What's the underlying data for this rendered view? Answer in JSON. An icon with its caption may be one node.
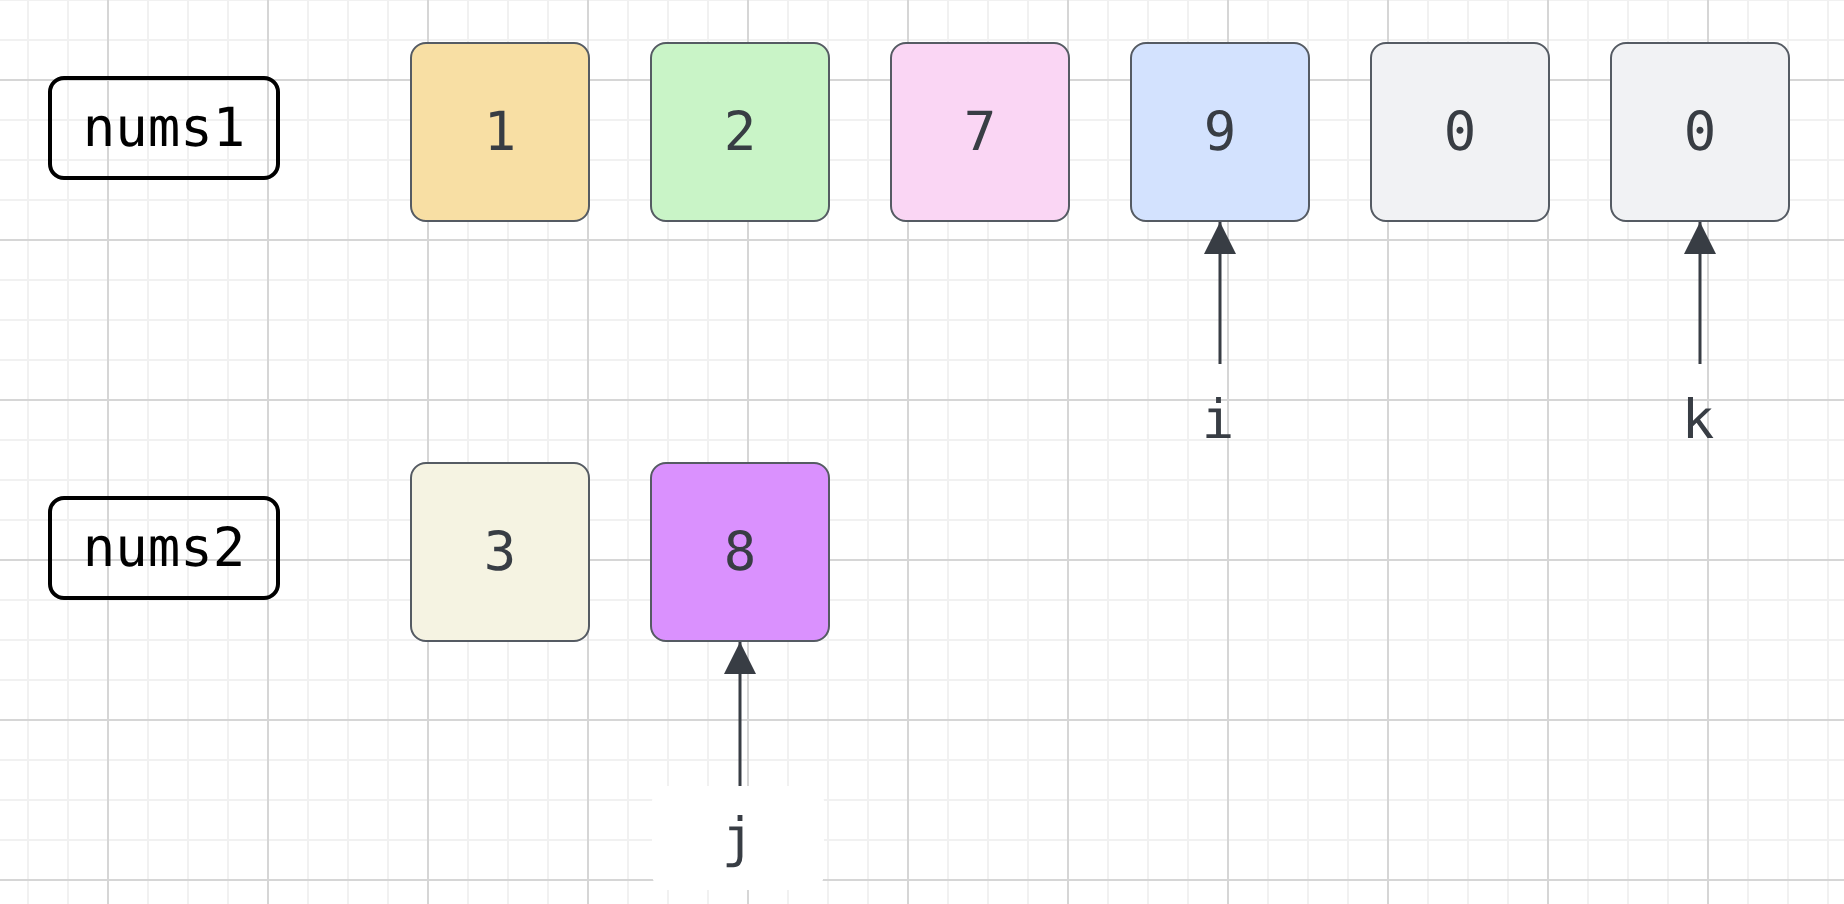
{
  "diagram": {
    "nodes": [
      {
        "text": [
          "nums1"
        ]
      },
      {
        "text": [
          "1"
        ]
      },
      {
        "text": [
          "2"
        ]
      },
      {
        "text": [
          "7"
        ]
      },
      {
        "text": [
          "9"
        ]
      },
      {
        "text": [
          "0"
        ]
      },
      {
        "text": [
          "0"
        ]
      },
      {
        "text": [
          "i"
        ]
      },
      {
        "text": [
          "k"
        ]
      },
      {
        "text": [
          "nums2"
        ]
      },
      {
        "text": [
          "3"
        ]
      },
      {
        "text": [
          "8"
        ]
      },
      {
        "text": [
          "j"
        ]
      }
    ],
    "edges": [
      {
        "from": 7,
        "to": 4,
        "arrow": "to"
      },
      {
        "from": 8,
        "to": 6,
        "arrow": "to"
      },
      {
        "from": 12,
        "to": 11,
        "arrow": "to"
      }
    ]
  }
}
